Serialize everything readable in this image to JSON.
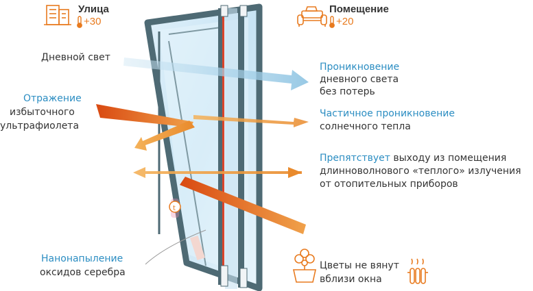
{
  "header": {
    "street_title": "Улица",
    "street_temp": "+30",
    "room_title": "Помещение",
    "room_temp": "+20"
  },
  "labels": {
    "daylight": "Дневной свет",
    "reflection_1": "Отражение",
    "reflection_2": "избыточного",
    "reflection_3": "ультрафиолета",
    "penetration_1": "Проникновение",
    "penetration_2": "дневного света",
    "penetration_3": "без потерь",
    "partial_1": "Частичное проникновение",
    "partial_2": "солнечного тепла",
    "prevents_highlight": "Препятствует",
    "prevents_rest": "выходу из помещения",
    "prevents_2": "длинноволнового «теплого» излучения",
    "prevents_3": "от отопительных приборов",
    "nano_1": "Нанонапыление",
    "nano_2": "оксидов серебра",
    "flowers_1": "Цветы не вянут",
    "flowers_2": "вблизи окна"
  },
  "colors": {
    "accent_orange": "#e87a1e",
    "accent_blue": "#2b8dc2",
    "frame": "#4e6a74",
    "text": "#333333"
  },
  "icons": [
    "building-icon",
    "thermometer-icon",
    "sofa-icon",
    "flower-pot-icon",
    "radiator-icon"
  ]
}
